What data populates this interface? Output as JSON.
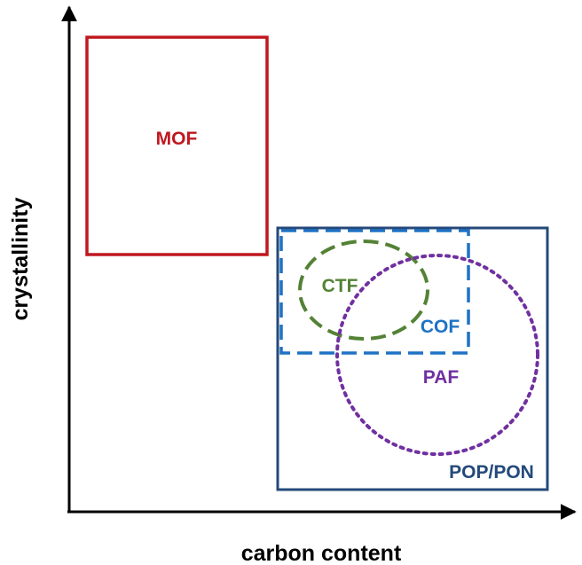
{
  "axes": {
    "x_label": "carbon content",
    "y_label": "crystallinity"
  },
  "regions": [
    {
      "id": "mof",
      "label": "MOF",
      "shape": "rectangle",
      "line": "solid",
      "color": "#c0181f"
    },
    {
      "id": "pop-pon",
      "label": "POP/PON",
      "shape": "rectangle",
      "line": "solid",
      "color": "#24497a"
    },
    {
      "id": "cof",
      "label": "COF",
      "shape": "rectangle",
      "line": "dashed",
      "color": "#1f72c4"
    },
    {
      "id": "ctf",
      "label": "CTF",
      "shape": "ellipse",
      "line": "dashed",
      "color": "#548235"
    },
    {
      "id": "paf",
      "label": "PAF",
      "shape": "circle",
      "line": "dotted",
      "color": "#7030a0"
    }
  ],
  "colors": {
    "axis": "#000000"
  }
}
